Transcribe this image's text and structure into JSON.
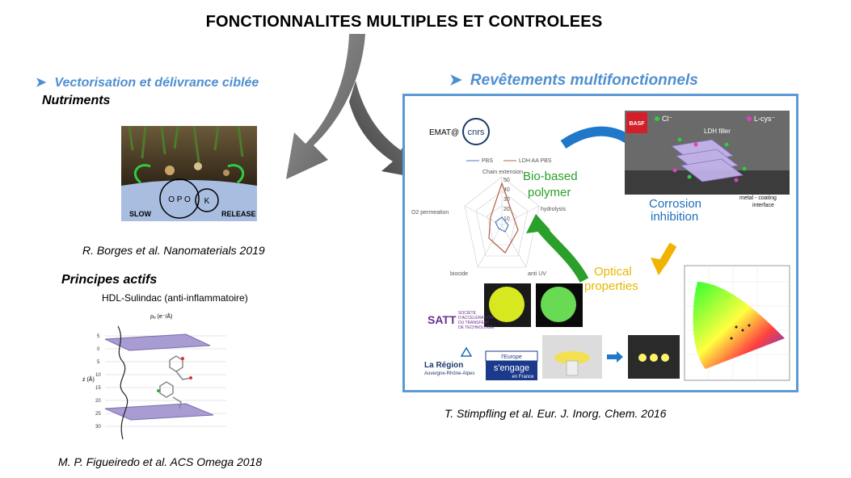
{
  "title": "FONCTIONNALITES MULTIPLES ET CONTROLEES",
  "left": {
    "heading": "Vectorisation et délivrance ciblée",
    "nutriments": {
      "label": "Nutriments",
      "image_slow": "SLOW",
      "image_release": "RELEASE",
      "image_k": "K",
      "citation": "R. Borges  et al. Nanomaterials   2019"
    },
    "actifs": {
      "label": "Principes actifs",
      "subtitle": "HDL-Sulindac (anti-inflammatoire)",
      "axis_top": "ρₑ (e⁻/Å)",
      "axis_side": "z (Å)",
      "ticks": [
        "5",
        "0",
        "5",
        "10",
        "15",
        "20",
        "25",
        "30"
      ],
      "citation": "M. P. Figueiredo et al. ACS Omega    2018"
    }
  },
  "right": {
    "heading": "Revêtements multifonctionnels",
    "logo_emat": "EMAT@",
    "logo_cnrs": "cnrs",
    "radar_legend": [
      "PBS",
      "LDH AA PBS"
    ],
    "radar_axes": [
      "Chain extension",
      "hydrolysis",
      "anti UV",
      "biocide",
      "O2 permeation"
    ],
    "radar_ticks": [
      "50",
      "40",
      "30",
      "20",
      "10"
    ],
    "biobased": [
      "Bio-based",
      "polymer"
    ],
    "basf": "BASF",
    "cl_label": "Cl⁻",
    "lcys_label": "L-cys⁻",
    "ldh_filler": "LDH filler",
    "interface": [
      "metal - coating",
      "interface"
    ],
    "corrosion": [
      "Corrosion",
      "inhibition"
    ],
    "optical": [
      "Optical",
      "properties"
    ],
    "satt": "SATT",
    "satt_text": [
      "SOCIÉTÉ",
      "D'ACCÉLÉRATION",
      "DU TRANSFERT",
      "DE TECHNOLOGIE"
    ],
    "region_name": "La Région",
    "region_sub": "Auvergne-Rhône-Alpes",
    "europe_top": "l'Europe",
    "europe_mid": "s'engage",
    "europe_bot": "en France",
    "citation": "T. Stimpfling et al. Eur. J. Inorg. Chem. 2016"
  },
  "colors": {
    "accent": "#4f8fd0",
    "panel_border": "#5b9bd5",
    "arrow_gray": "#777777",
    "green": "#2aa02a",
    "blue_arrow": "#1f78c8",
    "yellow": "#f0b400"
  }
}
